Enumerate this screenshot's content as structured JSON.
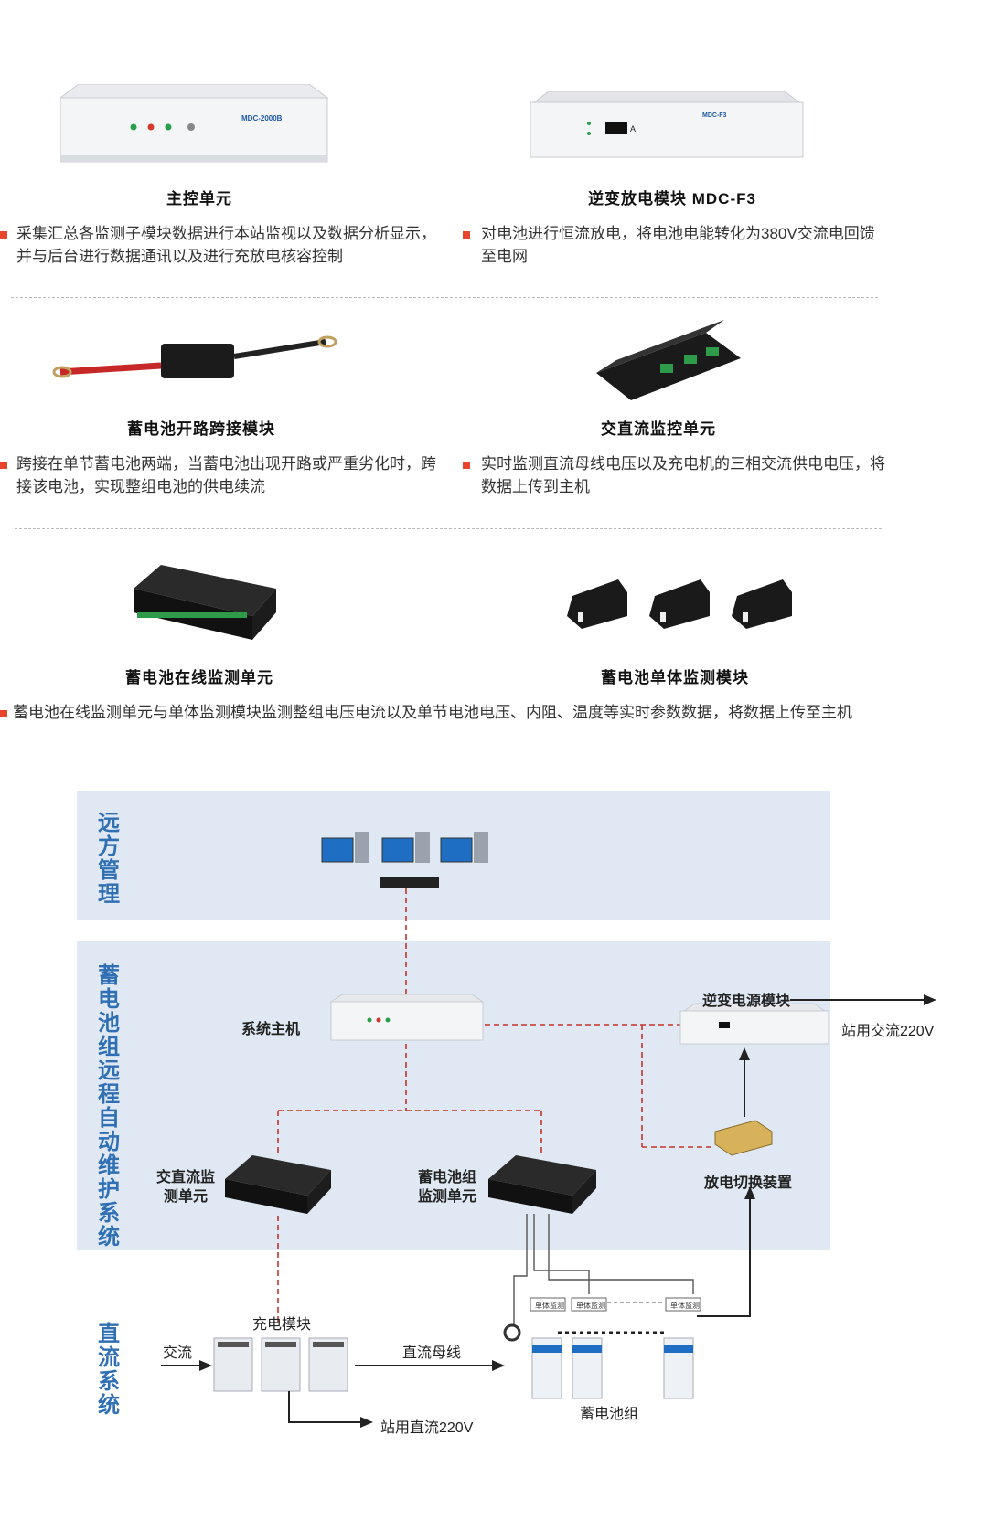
{
  "products": [
    {
      "title": "主控单元",
      "desc": "采集汇总各监测子模块数据进行本站监视以及数据分析显示，并与后台进行数据通讯以及进行充放电核容控制",
      "panel_text": "MDC-2000B"
    },
    {
      "title": "逆变放电模块 MDC-F3",
      "desc": "对电池进行恒流放电，将电池电能转化为380V交流电回馈至电网",
      "panel_text": "MDC-F3"
    },
    {
      "title": "蓄电池开路跨接模块",
      "desc": "跨接在单节蓄电池两端，当蓄电池出现开路或严重劣化时，跨接该电池，实现整组电池的供电续流"
    },
    {
      "title": "交直流监控单元",
      "desc": "实时监测直流母线电压以及充电机的三相交流供电电压，将数据上传到主机"
    },
    {
      "title": "蓄电池在线监测单元"
    },
    {
      "title": "蓄电池单体监测模块"
    }
  ],
  "bottom_desc": "蓄电池在线监测单元与单体监测模块监测整组电压电流以及单节电池电压、内阻、温度等实时参数数据，将数据上传至主机",
  "diagram": {
    "bands": [
      "远方管理",
      "蓄电池组远程自动维护系统",
      "直流系统"
    ],
    "labels": {
      "system_host": "系统主机",
      "inverter": "逆变电源模块",
      "ac_out": "站用交流220V",
      "acdc_unit": "交直流监测单元",
      "battery_unit": "蓄电池组监测单元",
      "switch_dev": "放电切换装置",
      "charger": "充电模块",
      "ac_in": "交流",
      "dc_bus": "直流母线",
      "battery_group": "蓄电池组",
      "dc_out": "站用直流220V",
      "cell_monitor": "单体监测"
    }
  },
  "colors": {
    "accent": "#e8452c",
    "band": "#dfe8f3",
    "side_text": "#2f6fb3",
    "dashed_red": "#c8332a"
  }
}
